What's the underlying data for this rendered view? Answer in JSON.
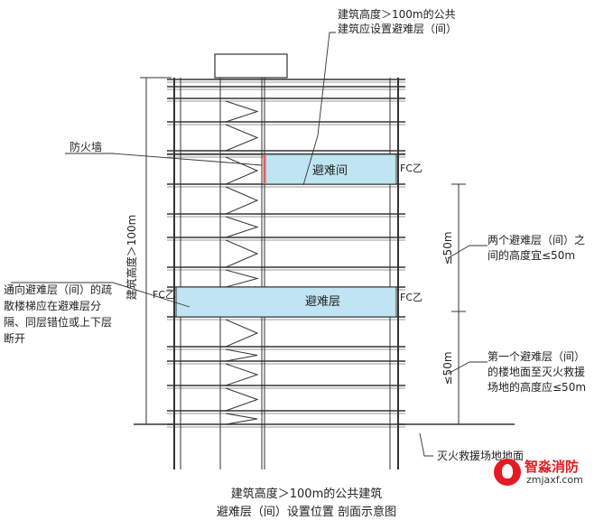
{
  "labels": {
    "top_note": [
      "建筑高度＞100m的公共",
      "建筑应设置避难层（间）"
    ],
    "fire_wall": "防火墙",
    "refuge_room": "避难间",
    "refuge_floor": "避难层",
    "fc_right_1": "FC乙",
    "fc_left_2": "FC乙",
    "fc_right_2": "FC乙",
    "height_note": "建筑高度＞100m",
    "dim_upper": "≤50m",
    "dim_lower": "≤50m",
    "note_spacing": [
      "两个避难层（间）之",
      "间的高度宜≤50m"
    ],
    "note_first": [
      "第一个避难层（间）",
      "的楼地面至灭火救援",
      "场地的高度应≤50m"
    ],
    "note_stair": [
      "通向避难层（间）的疏",
      "散楼梯应在避难层分",
      "隔、同层错位或上下层",
      "断开"
    ],
    "ground_label": "灭火救援场地地面"
  },
  "caption": {
    "line1": "建筑高度＞100m的公共建筑",
    "line2": "避难层（间）设置位置 剖面示意图"
  },
  "logo": {
    "name": "智淼消防",
    "url": "zmjaxf.com"
  },
  "colors": {
    "refuge_fill": "#bfe4f2",
    "fire_wall": "#e06060",
    "lines": "#333333"
  }
}
